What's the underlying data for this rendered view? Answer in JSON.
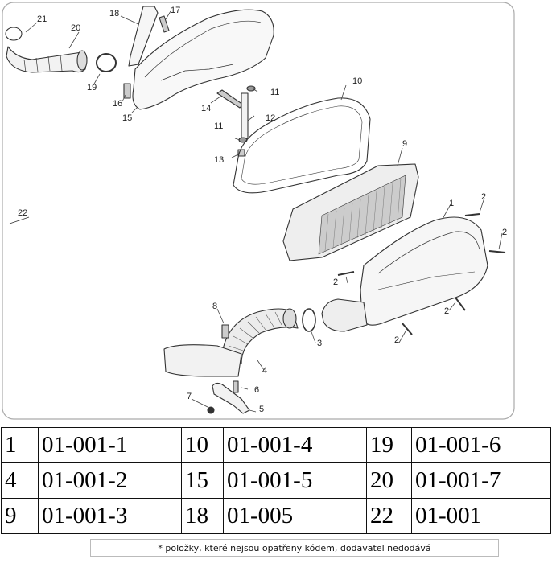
{
  "diagram": {
    "callouts": [
      "21",
      "20",
      "19",
      "18",
      "17",
      "16",
      "15",
      "14",
      "11",
      "12",
      "11",
      "13",
      "10",
      "9",
      "1",
      "2",
      "2",
      "2",
      "2",
      "2",
      "22",
      "8",
      "3",
      "4",
      "6",
      "5",
      "7"
    ]
  },
  "table": {
    "rows": [
      [
        {
          "pos": "1",
          "code": "01-001-1"
        },
        {
          "pos": "10",
          "code": "01-001-4"
        },
        {
          "pos": "19",
          "code": "01-001-6"
        }
      ],
      [
        {
          "pos": "4",
          "code": "01-001-2"
        },
        {
          "pos": "15",
          "code": "01-001-5"
        },
        {
          "pos": "20",
          "code": "01-001-7"
        }
      ],
      [
        {
          "pos": "9",
          "code": "01-001-3"
        },
        {
          "pos": "18",
          "code": "01-005"
        },
        {
          "pos": "22",
          "code": "01-001"
        }
      ]
    ]
  },
  "footnote": "* položky, které nejsou opatřeny kódem, dodavatel nedodává"
}
